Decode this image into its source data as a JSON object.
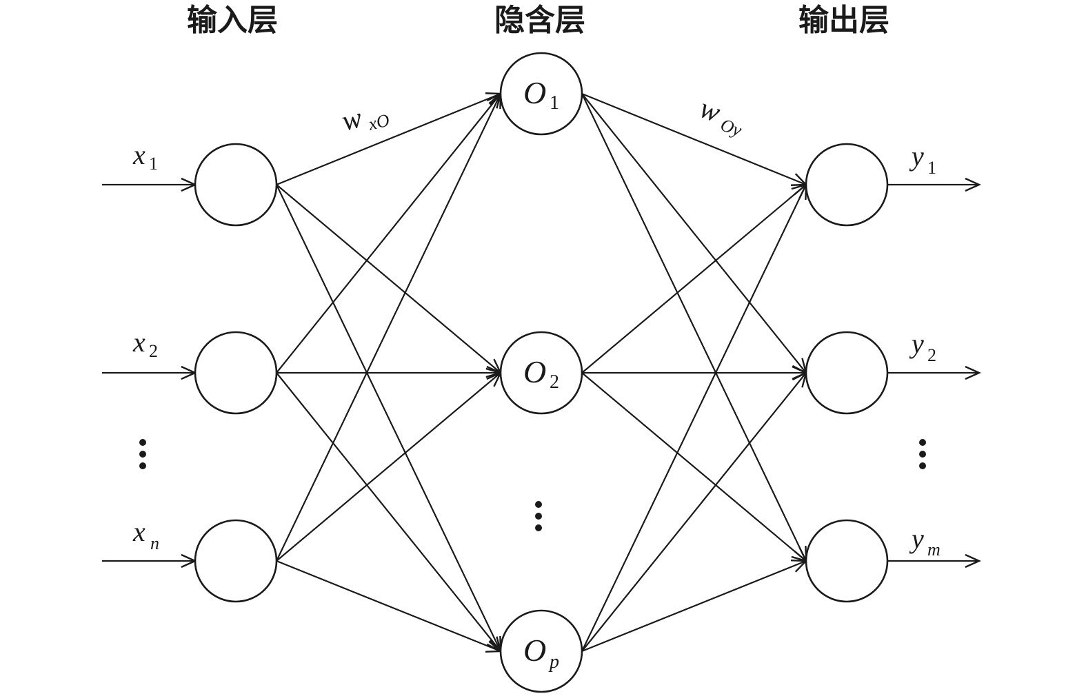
{
  "layers": {
    "input": {
      "title": "输入层",
      "nodes": [
        {
          "var": "x",
          "sub": "1"
        },
        {
          "var": "x",
          "sub": "2"
        },
        {
          "var": "x",
          "sub": "n"
        }
      ]
    },
    "hidden": {
      "title": "隐含层",
      "nodes": [
        {
          "var": "O",
          "sub": "1"
        },
        {
          "var": "O",
          "sub": "2"
        },
        {
          "var": "O",
          "sub": "p"
        }
      ]
    },
    "output": {
      "title": "输出层",
      "nodes": [
        {
          "var": "y",
          "sub": "1"
        },
        {
          "var": "y",
          "sub": "2"
        },
        {
          "var": "y",
          "sub": "m"
        }
      ]
    }
  },
  "weights": {
    "input_hidden": {
      "var": "w",
      "sub": "xO"
    },
    "hidden_output": {
      "var": "w",
      "sub": "Oy"
    }
  },
  "ellipsis": "⋮",
  "connectivity": "fully-connected",
  "colors": {
    "stroke": "#1a1a1a",
    "background": "#ffffff"
  }
}
